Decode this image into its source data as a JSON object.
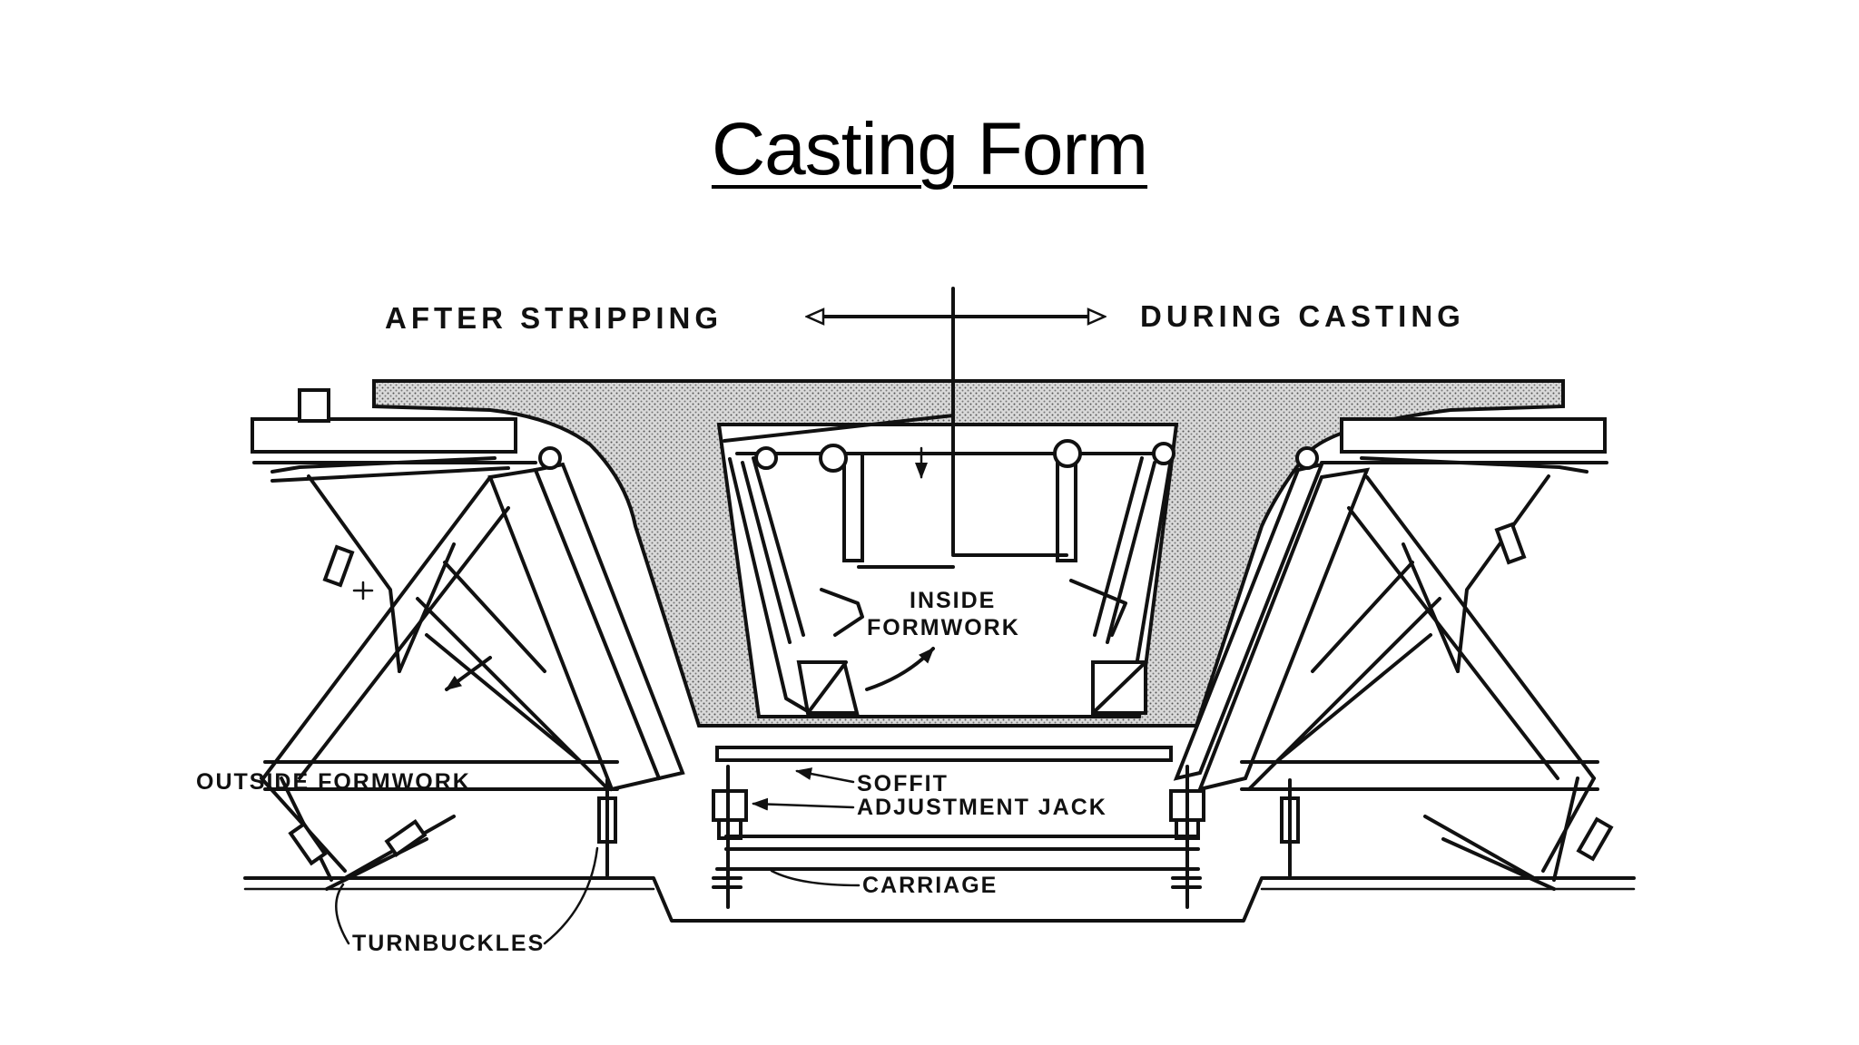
{
  "title": "Casting Form",
  "labels": {
    "after_stripping": "AFTER STRIPPING",
    "during_casting": "DURING CASTING",
    "inside_formwork_line1": "INSIDE",
    "inside_formwork_line2": "FORMWORK",
    "outside_formwork": "OUTSIDE FORMWORK",
    "soffit": "SOFFIT",
    "adjustment_jack": "ADJUSTMENT JACK",
    "carriage": "CARRIAGE",
    "turnbuckles": "TURNBUCKLES"
  }
}
